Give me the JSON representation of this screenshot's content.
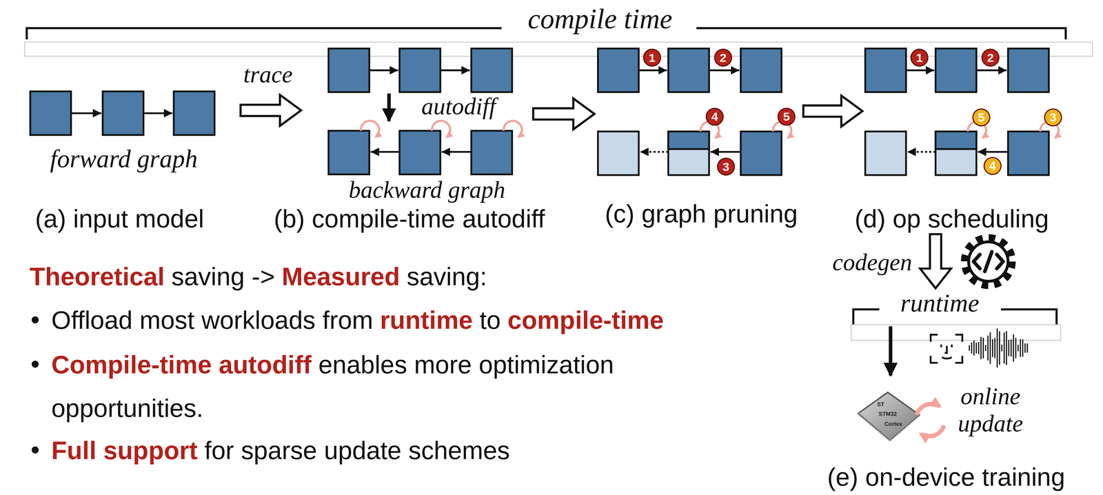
{
  "diagram": {
    "labels": [
      "compile time",
      "trace",
      "forward graph",
      "autodiff",
      "backward graph",
      "(a) input model",
      "(b) compile-time autodiff",
      "1",
      "2",
      "4",
      "5",
      "3",
      "(c) graph pruning",
      "1",
      "2",
      "5",
      "3",
      "4",
      "(d) op scheduling",
      "Theoretical",
      "saving ->",
      "Measured",
      "saving:",
      "Offload most workloads from",
      "runtime",
      "to",
      "compile-time",
      "Compile-time autodiff",
      "enables more optimization opportunities.",
      "Full support",
      "for sparse update schemes",
      "codegen",
      "runtime",
      "ST",
      "STM32",
      "Cortex",
      "online update",
      "(e) on-device training"
    ]
  }
}
